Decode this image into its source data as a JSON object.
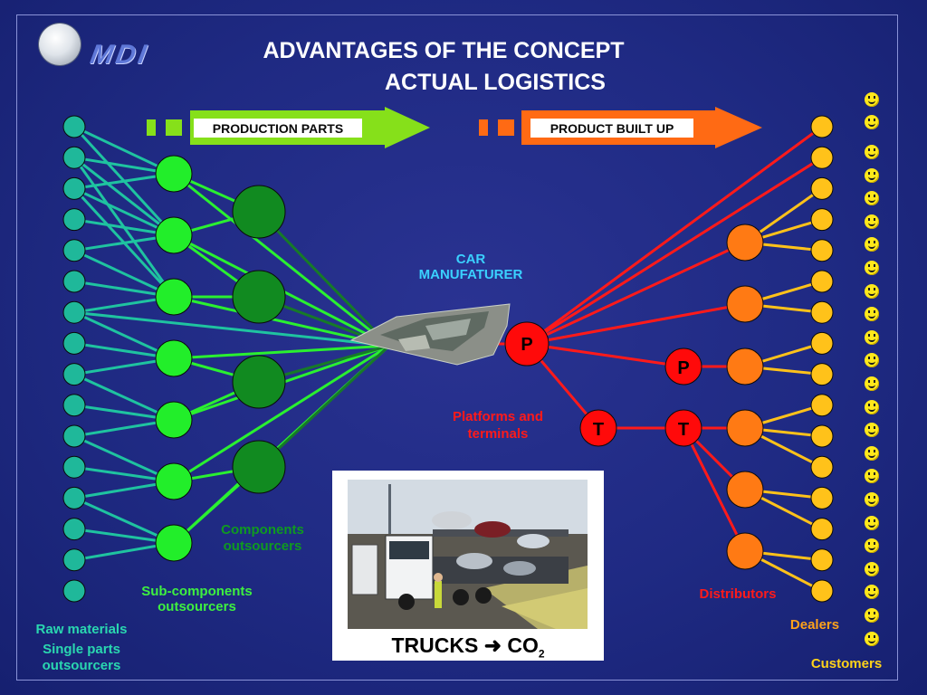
{
  "logo": {
    "text": "MDI"
  },
  "title": {
    "line1": "ADVANTAGES OF THE CONCEPT",
    "line2": "ACTUAL LOGISTICS"
  },
  "arrows": {
    "production_parts": "PRODUCTION PARTS",
    "product_built_up": "PRODUCT BUILT UP"
  },
  "labels": {
    "car_manufacturer_1": "CAR",
    "car_manufacturer_2": "MANUFATURER",
    "platforms_1": "Platforms and",
    "platforms_2": "terminals",
    "components_1": "Components",
    "components_2": "outsourcers",
    "subcomponents_1": "Sub-components",
    "subcomponents_2": "outsourcers",
    "raw_1": "Raw materials",
    "raw_2": "Single  parts",
    "raw_3": "outsourcers",
    "distributors": "Distributors",
    "dealers": "Dealers",
    "customers": "Customers"
  },
  "nodes": {
    "platform_letter": "P",
    "terminal_letter": "T"
  },
  "trucks": {
    "caption_main": "TRUCKS",
    "caption_co": "CO",
    "caption_sub": "2"
  },
  "counts": {
    "raw_material_nodes": 16,
    "subcomponent_nodes": 7,
    "component_nodes": 4,
    "dealer_nodes": 16,
    "distributor_nodes": 6,
    "customer_smileys": 24
  },
  "colors": {
    "background": "#1f2a83",
    "raw_node": "#1fb89a",
    "sub_node": "#22ee2a",
    "comp_node": "#118a20",
    "platform": "#ff0a0a",
    "distributor": "#ff7a14",
    "dealer": "#ffc21a",
    "customer": "#ffe81a",
    "production_arrow": "#86e01a",
    "product_arrow": "#ff6a14"
  }
}
